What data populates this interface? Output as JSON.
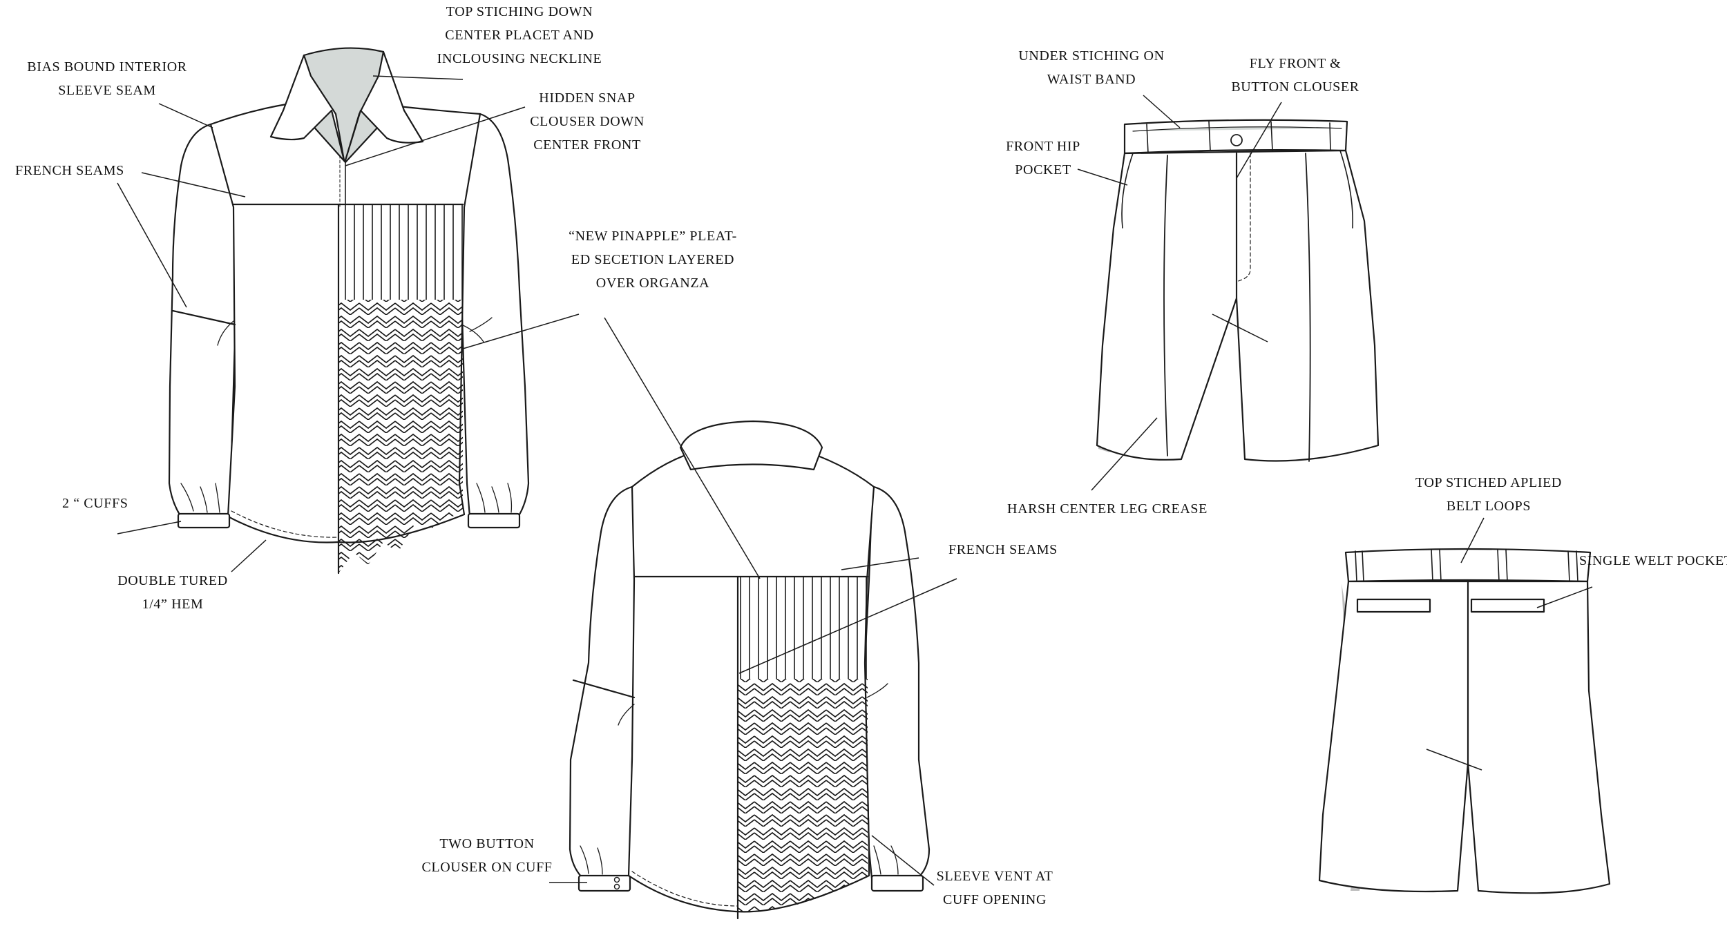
{
  "labels": {
    "top_stiching": [
      "TOP STICHING DOWN",
      "CENTER PLACET AND",
      "INCLOUSING NECKLINE"
    ],
    "bias_bound": [
      "BIAS BOUND INTERIOR",
      "SLEEVE SEAM"
    ],
    "hidden_snap": [
      "HIDDEN SNAP",
      "CLOUSER DOWN",
      "CENTER FRONT"
    ],
    "french_seams_front": [
      "FRENCH SEAMS"
    ],
    "pinapple": [
      "“NEW PINAPPLE” PLEAT-",
      "ED SECETION LAYERED",
      "OVER ORGANZA"
    ],
    "cuffs": [
      "2 “ CUFFS"
    ],
    "double_tured": [
      "DOUBLE TURED",
      "1/4” HEM"
    ],
    "french_seams_back": [
      "FRENCH SEAMS"
    ],
    "two_button": [
      "TWO BUTTON",
      "CLOUSER ON CUFF"
    ],
    "sleeve_vent": [
      "SLEEVE VENT AT",
      "CUFF OPENING"
    ],
    "under_stiching": [
      "UNDER STICHING ON",
      "WAIST BAND"
    ],
    "fly_front": [
      "FLY FRONT &",
      "BUTTON CLOUSER"
    ],
    "front_hip": [
      "FRONT HIP",
      "POCKET"
    ],
    "harsh_crease": [
      "HARSH CENTER LEG CREASE"
    ],
    "belt_loops": [
      "TOP STICHED APLIED",
      "BELT LOOPS"
    ],
    "welt_pockets": [
      "SINGLE WELT POCKETS"
    ]
  },
  "colors": {
    "line": "#1a1a1a",
    "shadow": "#b9b9b9",
    "collar_fill": "#d4d9d7",
    "garment_fill": "#ffffff"
  }
}
